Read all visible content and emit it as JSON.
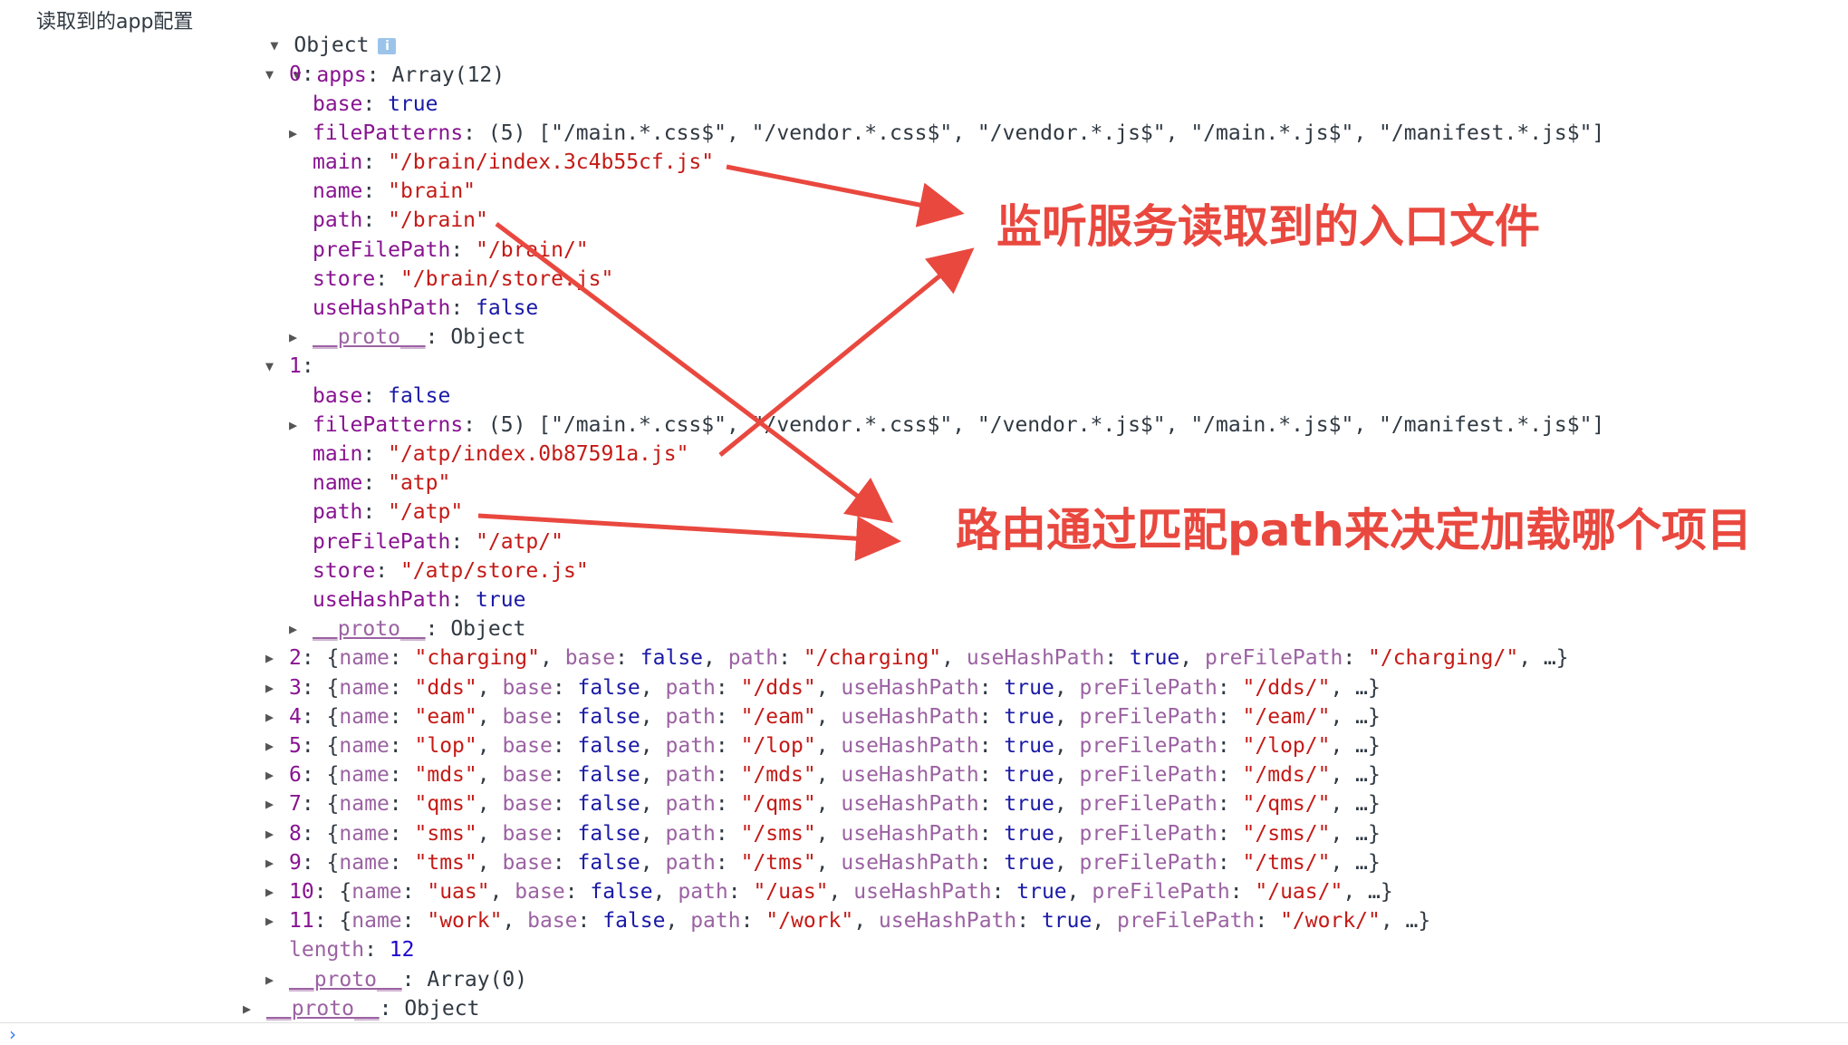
{
  "label": "读取到的app配置",
  "root_type": "Object",
  "info_badge": "i",
  "apps": {
    "key": "apps",
    "type": "Array(12)",
    "expanded": [
      {
        "index": "0",
        "props": [
          {
            "key": "base",
            "value": "true",
            "kind": "bool"
          },
          {
            "key": "filePatterns",
            "value": "(5) [\"/main.*.css$\", \"/vendor.*.css$\", \"/vendor.*.js$\", \"/main.*.js$\", \"/manifest.*.js$\"]",
            "kind": "arr"
          },
          {
            "key": "main",
            "value": "\"/brain/index.3c4b55cf.js\"",
            "kind": "str"
          },
          {
            "key": "name",
            "value": "\"brain\"",
            "kind": "str"
          },
          {
            "key": "path",
            "value": "\"/brain\"",
            "kind": "str"
          },
          {
            "key": "preFilePath",
            "value": "\"/brain/\"",
            "kind": "str"
          },
          {
            "key": "store",
            "value": "\"/brain/store.js\"",
            "kind": "str"
          },
          {
            "key": "useHashPath",
            "value": "false",
            "kind": "bool"
          },
          {
            "key": "__proto__",
            "value": "Object",
            "kind": "proto"
          }
        ]
      },
      {
        "index": "1",
        "props": [
          {
            "key": "base",
            "value": "false",
            "kind": "bool"
          },
          {
            "key": "filePatterns",
            "value": "(5) [\"/main.*.css$\", \"/vendor.*.css$\", \"/vendor.*.js$\", \"/main.*.js$\", \"/manifest.*.js$\"]",
            "kind": "arr"
          },
          {
            "key": "main",
            "value": "\"/atp/index.0b87591a.js\"",
            "kind": "str"
          },
          {
            "key": "name",
            "value": "\"atp\"",
            "kind": "str"
          },
          {
            "key": "path",
            "value": "\"/atp\"",
            "kind": "str"
          },
          {
            "key": "preFilePath",
            "value": "\"/atp/\"",
            "kind": "str"
          },
          {
            "key": "store",
            "value": "\"/atp/store.js\"",
            "kind": "str"
          },
          {
            "key": "useHashPath",
            "value": "true",
            "kind": "bool"
          },
          {
            "key": "__proto__",
            "value": "Object",
            "kind": "proto"
          }
        ]
      }
    ],
    "collapsed": [
      {
        "index": "2",
        "name": "\"charging\"",
        "base": "false",
        "path": "\"/charging\"",
        "useHashPath": "true",
        "preFilePath": "\"/charging/\""
      },
      {
        "index": "3",
        "name": "\"dds\"",
        "base": "false",
        "path": "\"/dds\"",
        "useHashPath": "true",
        "preFilePath": "\"/dds/\""
      },
      {
        "index": "4",
        "name": "\"eam\"",
        "base": "false",
        "path": "\"/eam\"",
        "useHashPath": "true",
        "preFilePath": "\"/eam/\""
      },
      {
        "index": "5",
        "name": "\"lop\"",
        "base": "false",
        "path": "\"/lop\"",
        "useHashPath": "true",
        "preFilePath": "\"/lop/\""
      },
      {
        "index": "6",
        "name": "\"mds\"",
        "base": "false",
        "path": "\"/mds\"",
        "useHashPath": "true",
        "preFilePath": "\"/mds/\""
      },
      {
        "index": "7",
        "name": "\"qms\"",
        "base": "false",
        "path": "\"/qms\"",
        "useHashPath": "true",
        "preFilePath": "\"/qms/\""
      },
      {
        "index": "8",
        "name": "\"sms\"",
        "base": "false",
        "path": "\"/sms\"",
        "useHashPath": "true",
        "preFilePath": "\"/sms/\""
      },
      {
        "index": "9",
        "name": "\"tms\"",
        "base": "false",
        "path": "\"/tms\"",
        "useHashPath": "true",
        "preFilePath": "\"/tms/\""
      },
      {
        "index": "10",
        "name": "\"uas\"",
        "base": "false",
        "path": "\"/uas\"",
        "useHashPath": "true",
        "preFilePath": "\"/uas/\""
      },
      {
        "index": "11",
        "name": "\"work\"",
        "base": "false",
        "path": "\"/work\"",
        "useHashPath": "true",
        "preFilePath": "\"/work/\""
      }
    ],
    "length_key": "length",
    "length_value": "12",
    "array_proto_key": "__proto__",
    "array_proto_value": "Array(0)"
  },
  "root_proto_key": "__proto__",
  "root_proto_value": "Object",
  "annotations": {
    "entry_file": "监听服务读取到的入口文件",
    "routing": "路由通过匹配path来决定加载哪个项目"
  },
  "colors": {
    "annotation": "#e9483f",
    "key": "#881391",
    "string": "#c41a16",
    "bool": "#1a1aa6"
  },
  "prompt_icon": "›"
}
